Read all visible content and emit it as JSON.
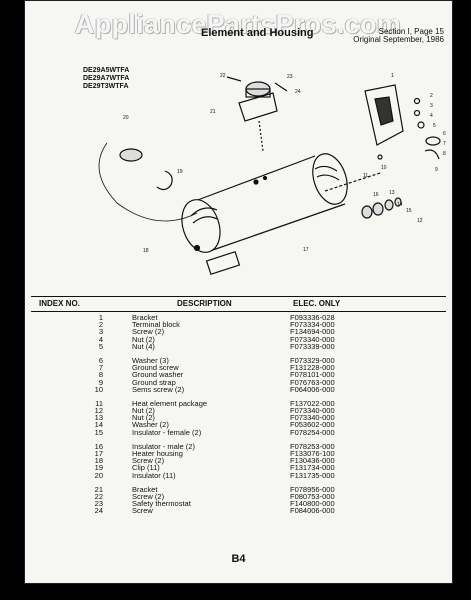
{
  "watermark": "AppliancePartsPros.com",
  "header": {
    "title": "Element and Housing",
    "section_line": "Section I, Page 15",
    "date_line": "Original September, 1986"
  },
  "models": [
    "DE29A5WTFA",
    "DE29A7WTFA",
    "DE29T3WTFA"
  ],
  "diagram_callouts": [
    "1",
    "2",
    "3",
    "4",
    "5",
    "6",
    "7",
    "8",
    "9",
    "10",
    "11",
    "12",
    "13",
    "14",
    "15",
    "16",
    "17",
    "18",
    "19",
    "20",
    "21",
    "22",
    "23",
    "24"
  ],
  "table": {
    "col_index": "INDEX NO.",
    "col_desc": "DESCRIPTION",
    "col_elec": "ELEC. ONLY"
  },
  "groups": [
    [
      {
        "idx": "1",
        "desc": "Bracket",
        "part": "F093336-028"
      },
      {
        "idx": "2",
        "desc": "Terminal block",
        "part": "F073334-000"
      },
      {
        "idx": "3",
        "desc": "Screw (2)",
        "part": "F134694-000"
      },
      {
        "idx": "4",
        "desc": "Nut (2)",
        "part": "F073340-000"
      },
      {
        "idx": "5",
        "desc": "Nut (4)",
        "part": "F073339-000"
      }
    ],
    [
      {
        "idx": "6",
        "desc": "Washer (3)",
        "part": "F073329-000"
      },
      {
        "idx": "7",
        "desc": "Ground screw",
        "part": "F131228-000"
      },
      {
        "idx": "8",
        "desc": "Ground washer",
        "part": "F078101-000"
      },
      {
        "idx": "9",
        "desc": "Ground strap",
        "part": "F076763-000"
      },
      {
        "idx": "10",
        "desc": "Sems screw (2)",
        "part": "F064006-000"
      }
    ],
    [
      {
        "idx": "11",
        "desc": "Heat element package",
        "part": "F137022-000"
      },
      {
        "idx": "12",
        "desc": "Nut (2)",
        "part": "F073340-000"
      },
      {
        "idx": "13",
        "desc": "Nut (2)",
        "part": "F073340-000"
      },
      {
        "idx": "14",
        "desc": "Washer (2)",
        "part": "F053602-000"
      },
      {
        "idx": "15",
        "desc": "Insulator - female (2)",
        "part": "F078254-000"
      }
    ],
    [
      {
        "idx": "16",
        "desc": "Insulator - male (2)",
        "part": "F078253-000"
      },
      {
        "idx": "17",
        "desc": "Heater housing",
        "part": "F133076-100"
      },
      {
        "idx": "18",
        "desc": "Screw (2)",
        "part": "F130436-000"
      },
      {
        "idx": "19",
        "desc": "Clip (11)",
        "part": "F131734-000"
      },
      {
        "idx": "20",
        "desc": "Insulator (11)",
        "part": "F131735-000"
      }
    ],
    [
      {
        "idx": "21",
        "desc": "Bracket",
        "part": "F078956-000"
      },
      {
        "idx": "22",
        "desc": "Screw (2)",
        "part": "F080753-000"
      },
      {
        "idx": "23",
        "desc": "Safety thermostat",
        "part": "F140800-000"
      },
      {
        "idx": "24",
        "desc": "Screw",
        "part": "F084006-000"
      }
    ]
  ],
  "footer": {
    "page_code": "B4"
  }
}
